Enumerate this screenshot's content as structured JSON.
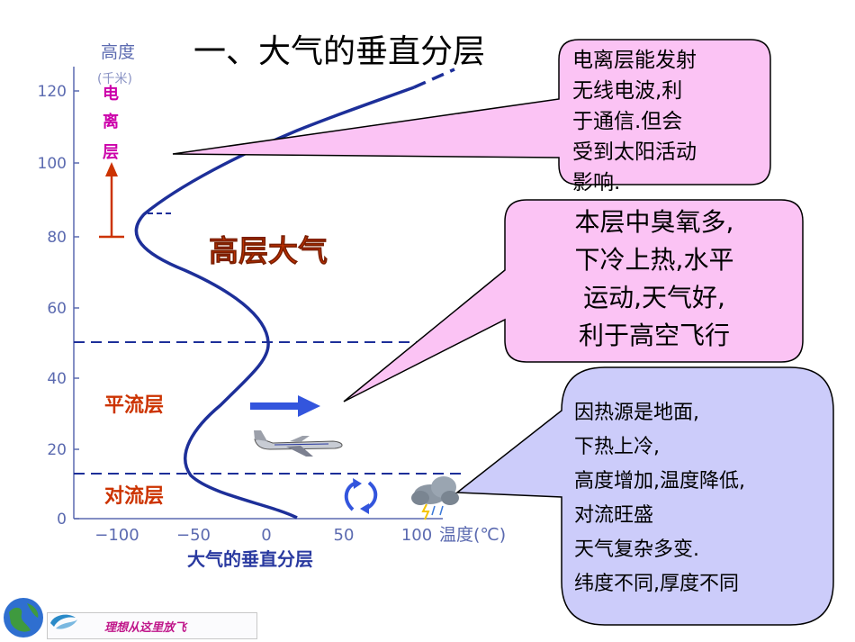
{
  "title": "一、大气的垂直分层",
  "axes": {
    "y_label_line1": "高度",
    "y_label_line2": "(千米)",
    "y_ticks": [
      "0",
      "20",
      "40",
      "60",
      "80",
      "100",
      "120"
    ],
    "x_ticks": [
      "−100",
      "−50",
      "0",
      "50",
      "100"
    ],
    "x_label": "温度(℃)"
  },
  "caption": "大气的垂直分层",
  "layers": {
    "ionosphere": [
      "电",
      "离",
      "层"
    ],
    "upper": "高层大气",
    "stratosphere": "平流层",
    "troposphere": "对流层"
  },
  "bubbles": {
    "ionosphere_note": [
      "电离层能发射",
      "无线电波,利",
      "于通信.但会",
      "受到太阳活动",
      "影响."
    ],
    "upper_note": [
      "本层中臭氧多,",
      "下冷上热,水平",
      "运动,天气好,",
      "利于高空飞行"
    ],
    "troposphere_note": [
      "因热源是地面,",
      "下热上冷,",
      "高度增加,温度降低,",
      "对流旺盛",
      "天气复杂多变.",
      "纬度不同,厚度不同"
    ]
  },
  "footer": {
    "text": "理想从这里放飞"
  },
  "colors": {
    "curve": "#1d2f99",
    "layer_label": "#cc3300",
    "ionosphere_label": "#cc00aa",
    "bubble_pink": "#fbc3f4",
    "bubble_blue": "#ccccfa",
    "arrow_blue": "#3355dd"
  }
}
